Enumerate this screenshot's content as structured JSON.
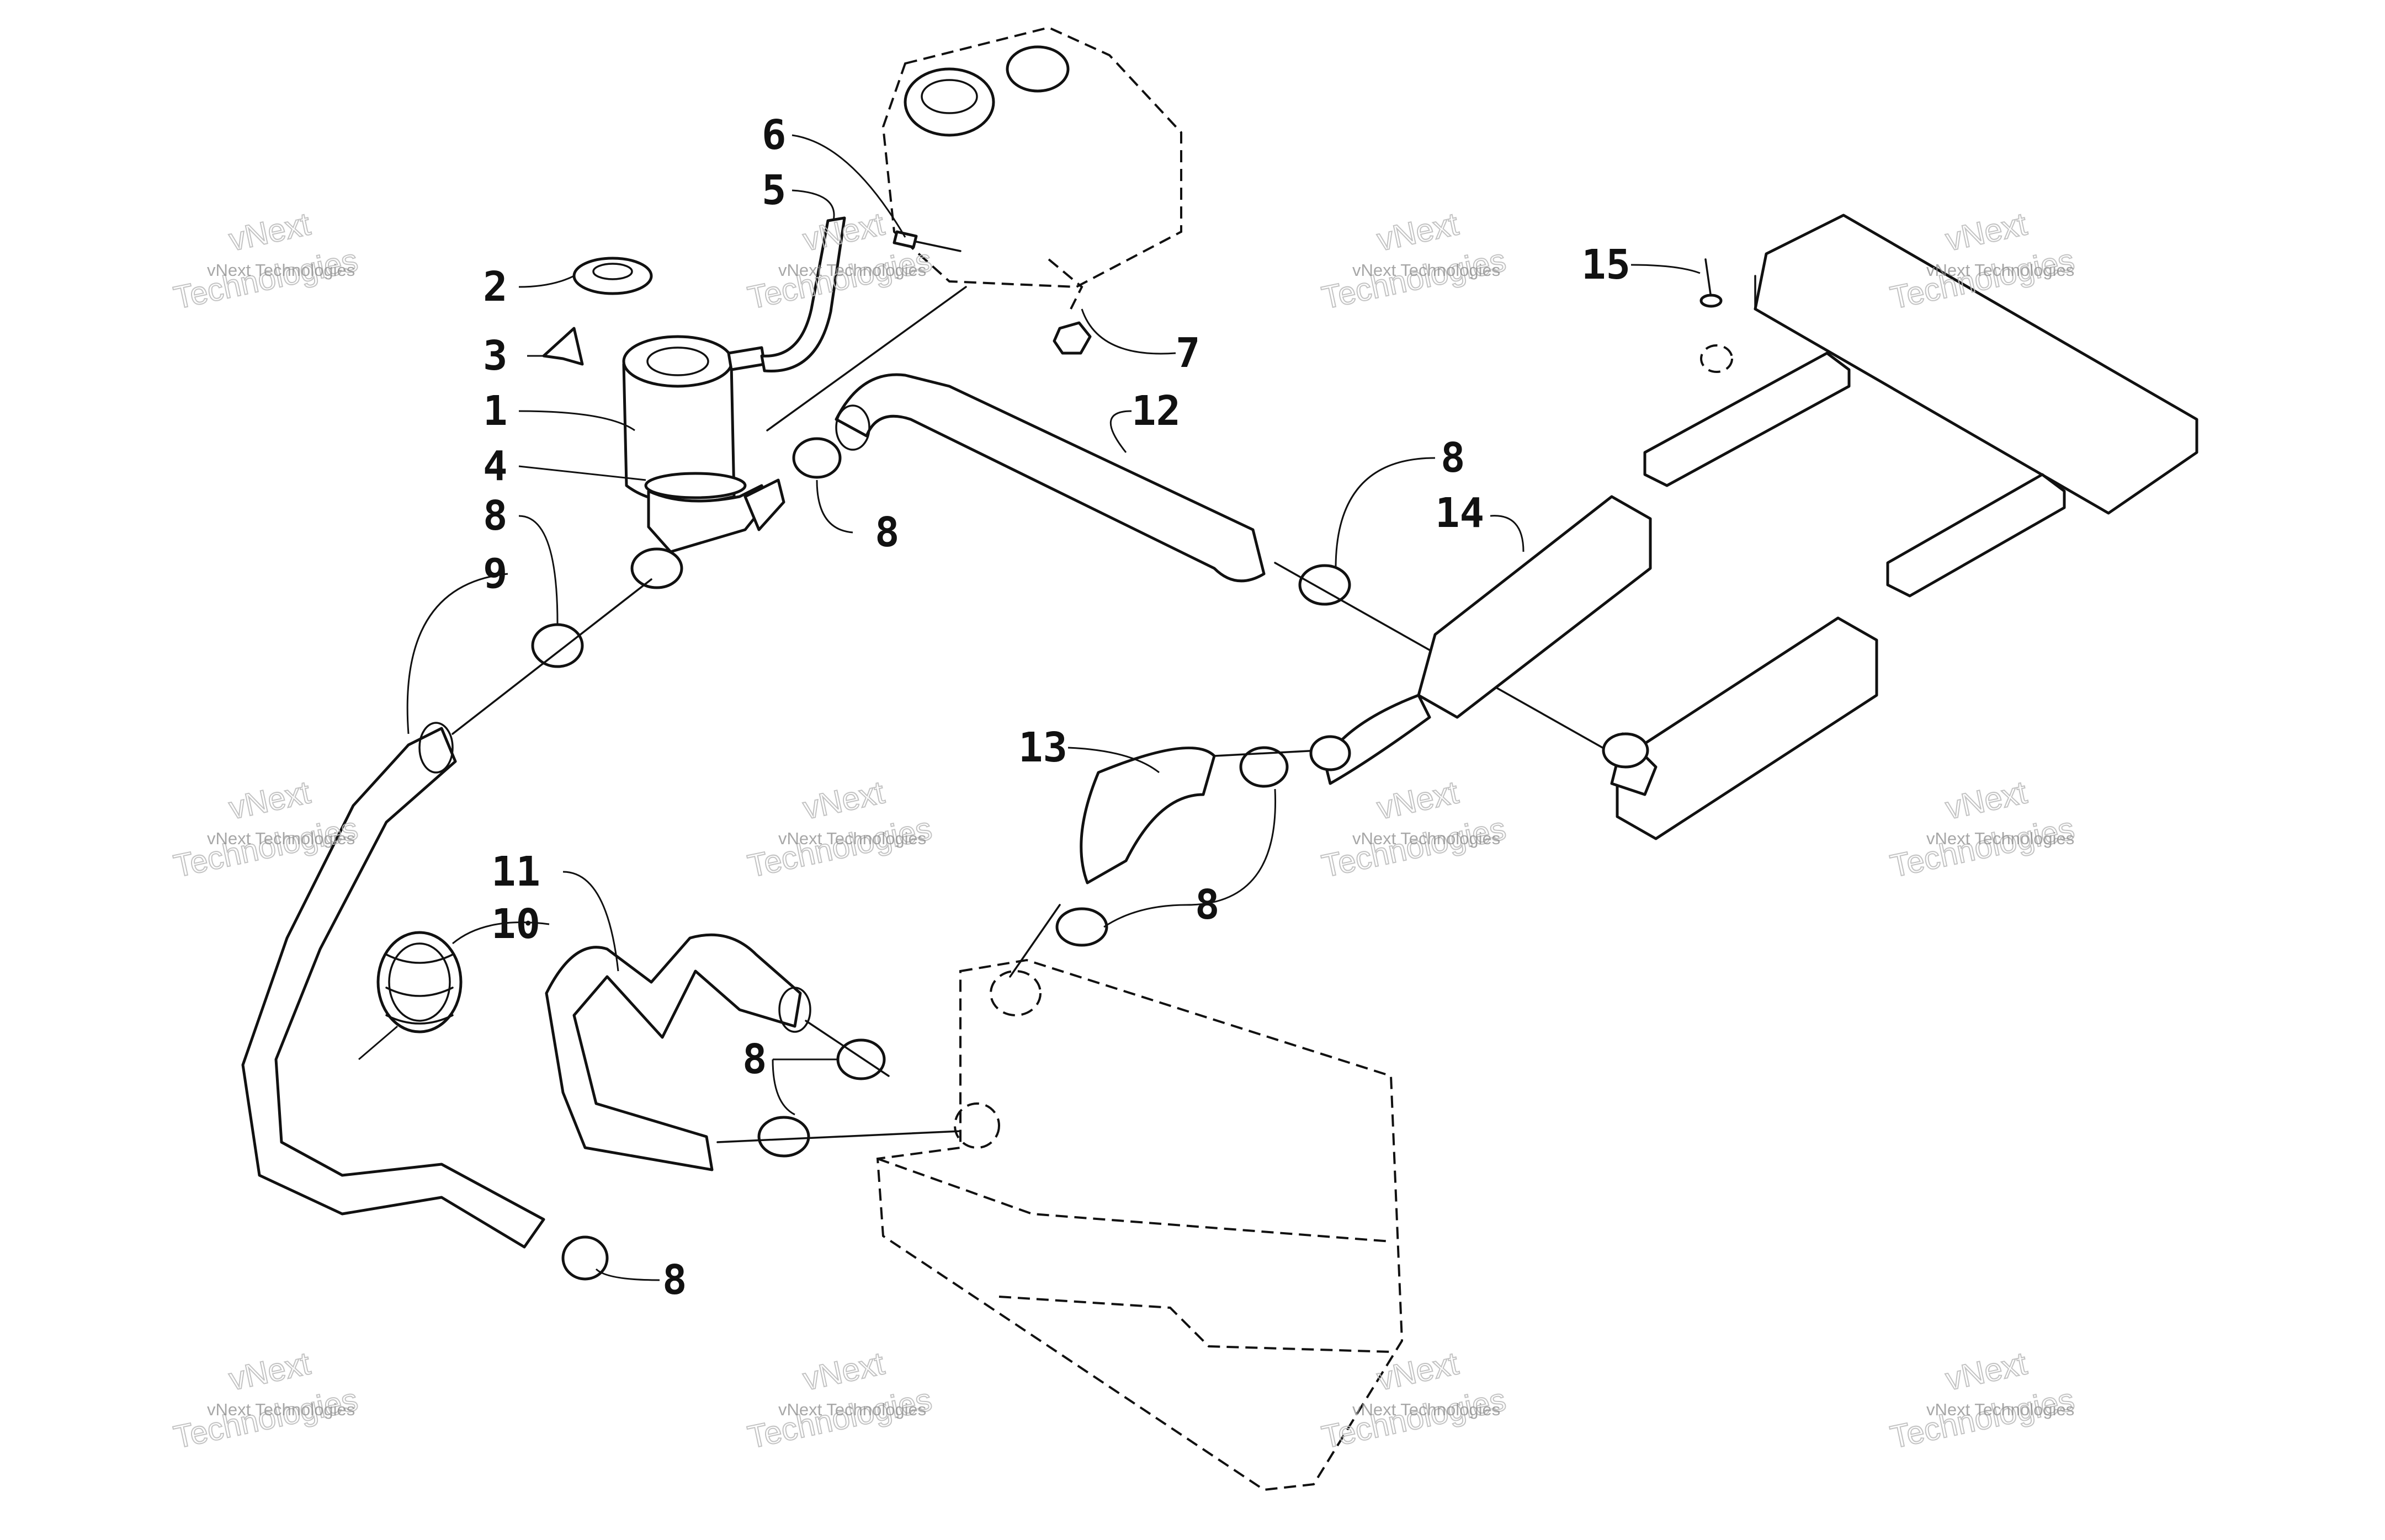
{
  "watermark": {
    "brand_line": "vNext Technologies",
    "big_word": "Technologies",
    "top_word": "vNext"
  },
  "callouts": {
    "c1": "1",
    "c2": "2",
    "c3": "3",
    "c4": "4",
    "c5": "5",
    "c6": "6",
    "c7": "7",
    "c8": "8",
    "c9": "9",
    "c10": "10",
    "c11": "11",
    "c12": "12",
    "c13": "13",
    "c14": "14",
    "c15": "15"
  }
}
